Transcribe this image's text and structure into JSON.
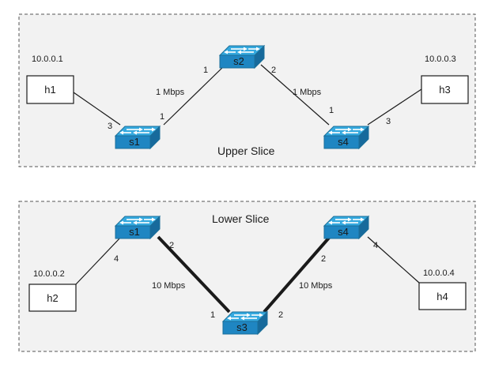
{
  "slices": {
    "upper": {
      "label": "Upper Slice"
    },
    "lower": {
      "label": "Lower Slice"
    }
  },
  "colors": {
    "slice_fill": "#f2f2f2",
    "slice_border": "#555555",
    "switch_blue": "#35a9df",
    "link": "#1a1a1a"
  },
  "hosts": {
    "h1": {
      "name": "h1",
      "ip": "10.0.0.1"
    },
    "h2": {
      "name": "h2",
      "ip": "10.0.0.2"
    },
    "h3": {
      "name": "h3",
      "ip": "10.0.0.3"
    },
    "h4": {
      "name": "h4",
      "ip": "10.0.0.4"
    }
  },
  "switches": {
    "upper_s1": {
      "name": "s1"
    },
    "upper_s2": {
      "name": "s2"
    },
    "upper_s4": {
      "name": "s4"
    },
    "lower_s1": {
      "name": "s1"
    },
    "lower_s3": {
      "name": "s3"
    },
    "lower_s4": {
      "name": "s4"
    }
  },
  "links": {
    "upper_s1_s2_bw": "1 Mbps",
    "upper_s2_s4_bw": "1 Mbps",
    "lower_s1_s3_bw": "10 Mbps",
    "lower_s4_s3_bw": "10 Mbps"
  },
  "ports": {
    "upper_h1_s1": "3",
    "upper_s1_s2": "1",
    "upper_s2_s1": "1",
    "upper_s2_s4": "2",
    "upper_s4_s2": "1",
    "upper_s4_h3": "3",
    "lower_s1_h2": "4",
    "lower_s1_s3": "2",
    "lower_s3_s1": "1",
    "lower_s3_s4": "2",
    "lower_s4_s3": "2",
    "lower_s4_h4": "4"
  }
}
